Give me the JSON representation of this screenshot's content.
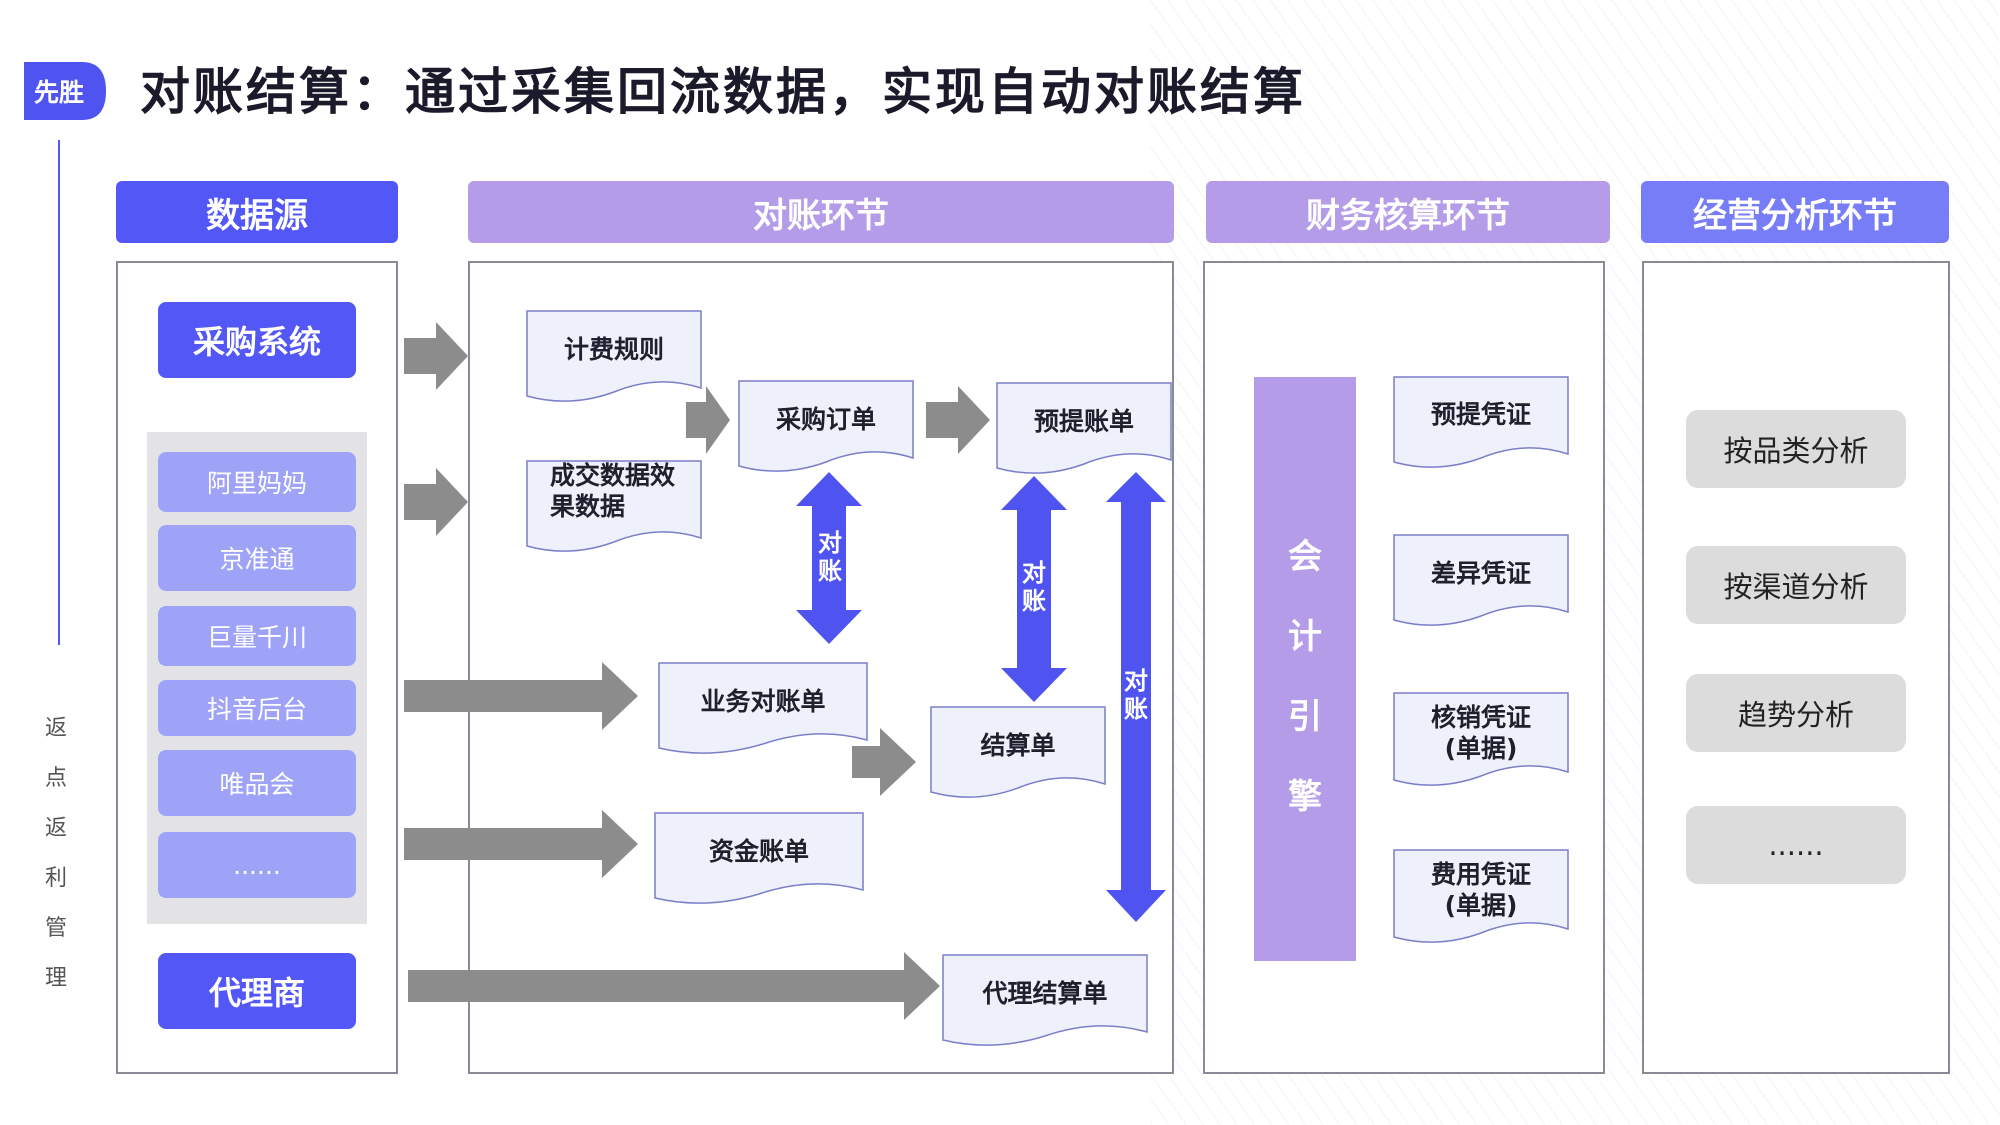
{
  "logo": {
    "text": "先胜"
  },
  "title": "对账结算：通过采集回流数据，实现自动对账结算",
  "side_text": [
    "返",
    "点",
    "返",
    "利",
    "管",
    "理"
  ],
  "columns": {
    "source": "数据源",
    "reconcile": "对账环节",
    "accounting": "财务核算环节",
    "analysis": "经营分析环节"
  },
  "sources": {
    "purchase_system": "采购系统",
    "platforms": [
      "阿里妈妈",
      "京准通",
      "巨量千川",
      "抖音后台",
      "唯品会",
      "......"
    ],
    "agent": "代理商"
  },
  "docs": {
    "billing_rules": "计费规则",
    "deal_data": [
      "成交数据效",
      "果数据"
    ],
    "purchase_order": "采购订单",
    "accrual_bill": "预提账单",
    "business_statement": "业务对账单",
    "settlement": "结算单",
    "fund_statement": "资金账单",
    "agent_settlement": "代理结算单"
  },
  "reconcile_label": [
    "对",
    "账"
  ],
  "engine": [
    "会",
    "计",
    "引",
    "擎"
  ],
  "vouchers": {
    "accrual": "预提凭证",
    "difference": "差异凭证",
    "writeoff": [
      "核销凭证",
      "(单据)"
    ],
    "expense": [
      "费用凭证",
      "(单据)"
    ]
  },
  "analysis": [
    "按品类分析",
    "按渠道分析",
    "趋势分析",
    "......"
  ],
  "colors": {
    "accent_blue": "#5257f5",
    "lavender": "#b59ce8",
    "light_blue": "#9ea3f8",
    "gray_arrow": "#8c8c8c"
  }
}
